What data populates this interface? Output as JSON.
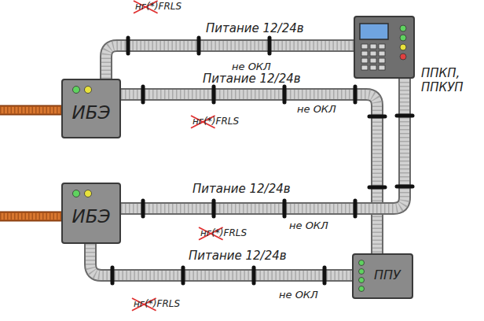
{
  "diagram": {
    "nodes": [
      {
        "text": [
          "ППКП, ППКУП"
        ]
      },
      {
        "text": [
          "ИБЭ"
        ]
      },
      {
        "text": [
          "ИБЭ"
        ]
      },
      {
        "text": [
          "ППУ"
        ]
      }
    ],
    "edges": [
      {
        "from": 1,
        "to": 0,
        "arrow": "none",
        "label": "Питание 12/24в"
      },
      {
        "from": 1,
        "to": 3,
        "arrow": "none",
        "label": "Питание 12/24в"
      },
      {
        "from": 2,
        "to": 0,
        "arrow": "none",
        "label": "Питание 12/24в"
      },
      {
        "from": 2,
        "to": 3,
        "arrow": "none",
        "label": "Питание 12/24в"
      }
    ],
    "labels": [
      "нг(*)FRLS",
      "не ОКЛ",
      "нг(*)FRLS",
      "не ОКЛ",
      "нг(*)FRLS",
      "не ОКЛ",
      "нг(*)FRLS",
      "не ОКЛ"
    ]
  }
}
